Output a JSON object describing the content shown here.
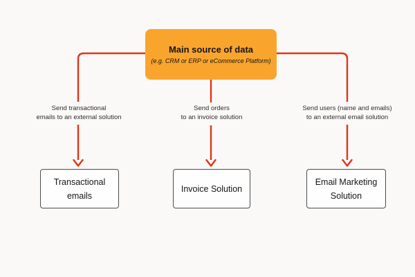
{
  "colors": {
    "bg": "#FAF9F8",
    "arrow": "#E23317",
    "main_fill": "#F9A52D",
    "node_border": "#4B4B4B",
    "text": "#141414"
  },
  "diagram": {
    "main_node": {
      "title": "Main source of data",
      "subtitle": "(e.g. CRM or ERP or  eCommerce Platform)"
    },
    "edges": [
      {
        "label_line1": "Send transactional",
        "label_line2": "emails to an external solution"
      },
      {
        "label_line1": "Send orders",
        "label_line2": "to an invoice solution"
      },
      {
        "label_line1": "Send users (name and emails)",
        "label_line2": "to an external email solution"
      }
    ],
    "nodes": [
      {
        "label_line1": "Transactional",
        "label_line2": "emails"
      },
      {
        "label_line1": "Invoice Solution",
        "label_line2": ""
      },
      {
        "label_line1": "Email Marketing",
        "label_line2": "Solution"
      }
    ]
  }
}
